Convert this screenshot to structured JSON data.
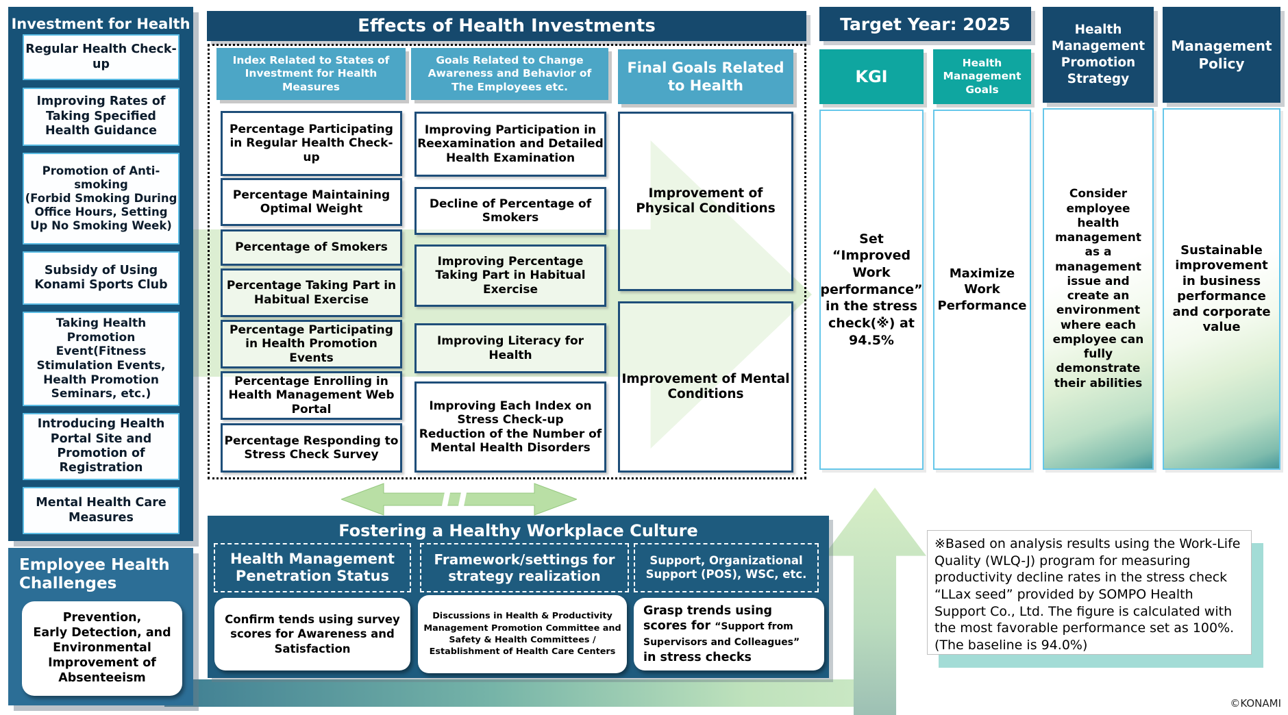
{
  "copyright": "©KONAMI",
  "colors": {
    "navy": "#16496D",
    "steel_blue": "#2C6E96",
    "left_panel": "#175277",
    "sky_header": "#4CA6C6",
    "teal_header": "#0FA6A0",
    "light_green_arrow": "#DCEED2",
    "box_border_blue": "#5BBCE4",
    "box_border_navy": "#1E4E79"
  },
  "invest": {
    "title": "Investment for Health",
    "items": [
      "Regular Health Check-up",
      "Improving Rates of Taking Specified Health Guidance",
      "Promotion of Anti-smoking\n(Forbid Smoking During Office Hours, Setting Up No Smoking Week)",
      "Subsidy of Using Konami Sports Club",
      "Taking Health Promotion Event(Fitness Stimulation Events, Health Promotion Seminars, etc.)",
      "Introducing Health Portal Site and Promotion of Registration",
      "Mental Health Care Measures"
    ]
  },
  "challenges": {
    "title": "Employee Health Challenges",
    "body": "Prevention,\nEarly Detection, and Environmental Improvement of Absenteeism"
  },
  "effects": {
    "title": "Effects of Health Investments",
    "col1": {
      "header": "Index Related to States of Investment for Health Measures",
      "items": [
        "Percentage Participating in Regular Health Check-up",
        "Percentage Maintaining Optimal Weight",
        "Percentage of Smokers",
        "Percentage Taking Part in Habitual Exercise",
        "Percentage Participating in Health Promotion Events",
        "Percentage Enrolling in Health Management Web Portal",
        "Percentage Responding to Stress Check Survey"
      ]
    },
    "col2": {
      "header": "Goals Related to Change Awareness and Behavior of The Employees etc.",
      "items": [
        "Improving Participation in Reexamination and Detailed Health Examination",
        "Decline of Percentage of Smokers",
        "Improving Percentage Taking Part in Habitual Exercise",
        "Improving Literacy for Health",
        "Improving Each Index on Stress Check-up\nReduction of the Number of Mental Health Disorders"
      ]
    },
    "col3": {
      "header": "Final Goals Related to Health",
      "items": [
        "Improvement of Physical Conditions",
        "Improvement of Mental Conditions"
      ]
    }
  },
  "target": {
    "title": "Target Year: 2025",
    "kgi": {
      "header": "KGI",
      "body": "Set “Improved Work performance” in the stress check(※) at 94.5%"
    },
    "hmg": {
      "header": "Health Management Goals",
      "body": "Maximize Work Performance"
    }
  },
  "strategy": {
    "header": "Health Management Promotion Strategy",
    "body": "Consider employee health management as a management issue and create an environment where each employee can fully demonstrate their abilities"
  },
  "policy": {
    "header": "Management Policy",
    "body": "Sustainable improvement in business performance and corporate value"
  },
  "culture": {
    "title": "Fostering a Healthy Workplace Culture",
    "groups": [
      {
        "header": "Health Management Penetration Status",
        "body": "Confirm tends using survey scores for Awareness and Satisfaction"
      },
      {
        "header": "Framework/settings for strategy realization",
        "body": "Discussions in Health & Productivity Management Promotion Committee and Safety & Health Committees / Establishment of Health Care Centers"
      },
      {
        "header": "Support, Organizational Support (POS), WSC, etc.",
        "lead": "Grasp trends using scores for ",
        "quote": "“Support from Supervisors and Colleagues”",
        "tail": " in stress checks"
      }
    ]
  },
  "footnote": {
    "text": "※Based on analysis results using the Work-Life Quality (WLQ-J) program for measuring productivity decline rates in the stress check “LLax seed” provided by SOMPO Health Support Co., Ltd. The figure is calculated with the most favorable performance set as 100%. (The baseline is 94.0%)"
  }
}
